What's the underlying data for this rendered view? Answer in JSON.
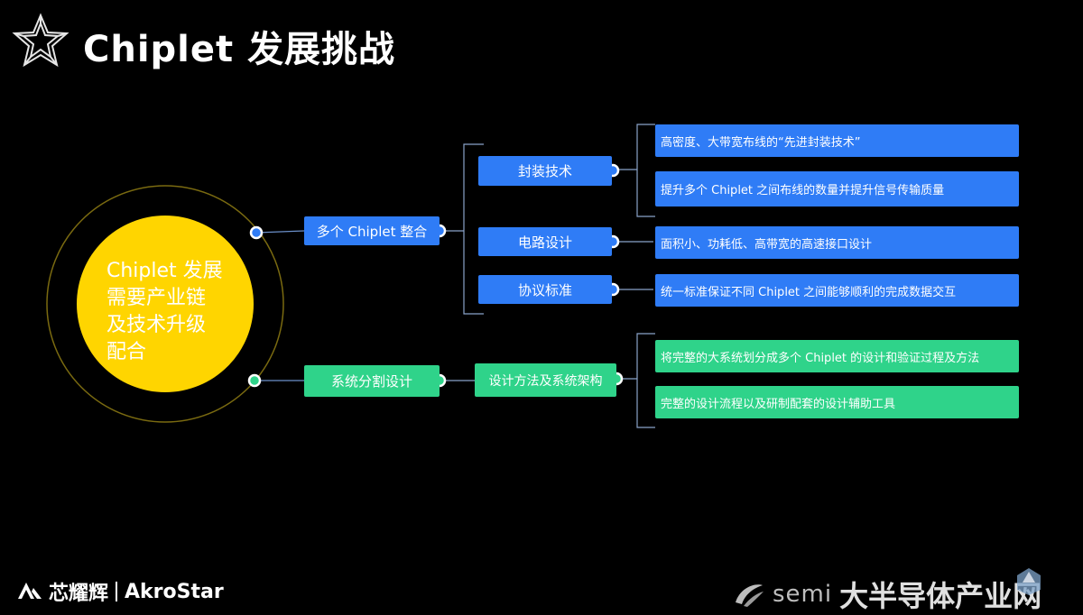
{
  "header": {
    "title": "Chiplet 发展挑战"
  },
  "center": {
    "label": "Chiplet 发展需要产业链及技术升级配合"
  },
  "branches": [
    {
      "label": "多个 Chiplet 整合",
      "children": [
        {
          "label": "封装技术",
          "details": [
            "高密度、大带宽布线的“先进封装技术”",
            "提升多个 Chiplet 之间布线的数量并提升信号传输质量"
          ]
        },
        {
          "label": "电路设计",
          "details": [
            "面积小、功耗低、高带宽的高速接口设计"
          ]
        },
        {
          "label": "协议标准",
          "details": [
            "统一标准保证不同 Chiplet 之间能够顺利的完成数据交互"
          ]
        }
      ]
    },
    {
      "label": "系统分割设计",
      "children": [
        {
          "label": "设计方法及系统架构",
          "details": [
            "将完整的大系统划分成多个 Chiplet 的设计和验证过程及方法",
            "完整的设计流程以及研制配套的设计辅助工具"
          ]
        }
      ]
    }
  ],
  "footer": {
    "brand_cn": "芯耀辉",
    "brand_en": "AkroStar",
    "watermark_latin": "semi",
    "watermark_cjk": "大半导体产业网"
  },
  "colors": {
    "blue": "#2f7cf6",
    "green": "#2fd38a",
    "center": "#ffd500",
    "background": "#000000"
  },
  "icons": [
    "star-logo-icon",
    "akrostar-logo-icon",
    "semi-swoosh-icon",
    "watermark-shield-icon"
  ]
}
